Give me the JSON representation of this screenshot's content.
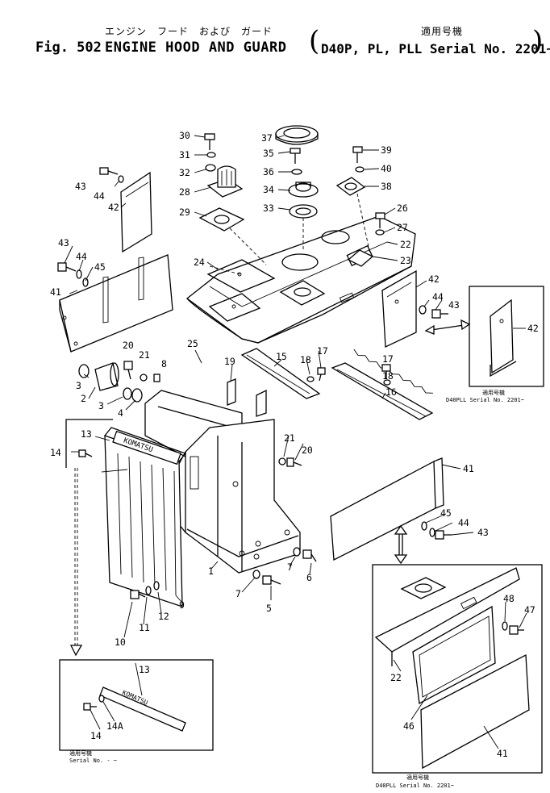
{
  "header": {
    "jp_title": "エンジン　フード　および　ガード",
    "jp_applicability": "適用号機",
    "fig_label": "Fig. 502",
    "title": "ENGINE HOOD AND GUARD",
    "models_serial": "D40P, PL, PLL Serial No. 2201~"
  },
  "callouts": {
    "c1": "1",
    "c2": "2",
    "c3a": "3",
    "c3b": "3",
    "c4": "4",
    "c5": "5",
    "c6": "6",
    "c7a": "7",
    "c7b": "7",
    "c8": "8",
    "c9": "9",
    "c10": "10",
    "c11": "11",
    "c12": "12",
    "c13": "13",
    "c14": "14",
    "c15": "15",
    "c16": "16",
    "c17a": "17",
    "c17b": "17",
    "c18a": "18",
    "c18b": "18",
    "c19": "19",
    "c20a": "20",
    "c20b": "20",
    "c21a": "21",
    "c21b": "21",
    "c22": "22",
    "c23": "23",
    "c24": "24",
    "c25": "25",
    "c26": "26",
    "c27": "27",
    "c28": "28",
    "c29": "29",
    "c30": "30",
    "c31": "31",
    "c32": "32",
    "c33": "33",
    "c34": "34",
    "c35": "35",
    "c36": "36",
    "c37": "37",
    "c38": "38",
    "c39": "39",
    "c40": "40",
    "c41a": "41",
    "c41b": "41",
    "c42a": "42",
    "c42b": "42",
    "c43a": "43",
    "c43b": "43",
    "c43c": "43",
    "c44a": "44",
    "c44b": "44",
    "c44c": "44",
    "c45a": "45",
    "c45b": "45",
    "inset_42": "42",
    "inset_13": "13",
    "inset_14": "14",
    "inset_14a": "14A",
    "inset_22": "22",
    "inset_46": "46",
    "inset_41": "41",
    "inset_47": "47",
    "inset_48": "48"
  },
  "insets": {
    "top_right": {
      "jp": "適用号機",
      "note": "D40PLL  Serial  No.  2201~"
    },
    "bottom_left": {
      "jp": "適用号機",
      "note": "Serial  No.      -  ~"
    },
    "bottom_right": {
      "jp": "適用号機",
      "note": "D40PLL  Serial  No.  2201~"
    }
  },
  "nameplate_text": "KOMATSU"
}
